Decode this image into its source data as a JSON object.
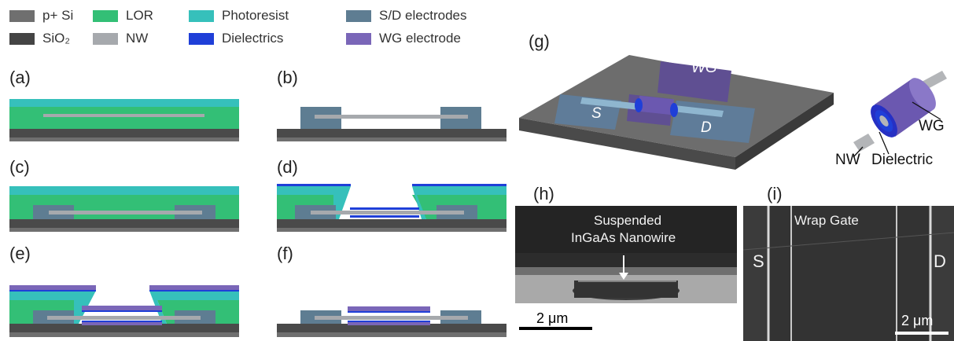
{
  "legend": [
    {
      "label": "p+ Si",
      "color": "#6f6f6f"
    },
    {
      "label": "SiO₂",
      "color": "#444444"
    },
    {
      "label": "LOR",
      "color": "#33bf76"
    },
    {
      "label": "NW",
      "color": "#a6a9ad"
    },
    {
      "label": "Photoresist",
      "color": "#36c0bb"
    },
    {
      "label": "Dielectrics",
      "color": "#1f3fd8"
    },
    {
      "label": "S/D electrodes",
      "color": "#5e7d92"
    },
    {
      "label": "WG electrode",
      "color": "#7a66b8"
    }
  ],
  "panels": {
    "a": "(a)",
    "b": "(b)",
    "c": "(c)",
    "d": "(d)",
    "e": "(e)",
    "f": "(f)",
    "g": "(g)",
    "h": "(h)",
    "i": "(i)"
  },
  "panel_g": {
    "wg_label": "WG",
    "s_label": "S",
    "d_label": "D",
    "nw_label": "NW",
    "dielectric_label": "Dielectric",
    "wg_side_label": "WG"
  },
  "panel_h": {
    "annotation_line1": "Suspended",
    "annotation_line2": "InGaAs Nanowire",
    "scale_bar": "2 μm"
  },
  "panel_i": {
    "gate_label": "Wrap Gate",
    "s_label": "S",
    "d_label": "D",
    "scale_bar": "2 μm"
  }
}
